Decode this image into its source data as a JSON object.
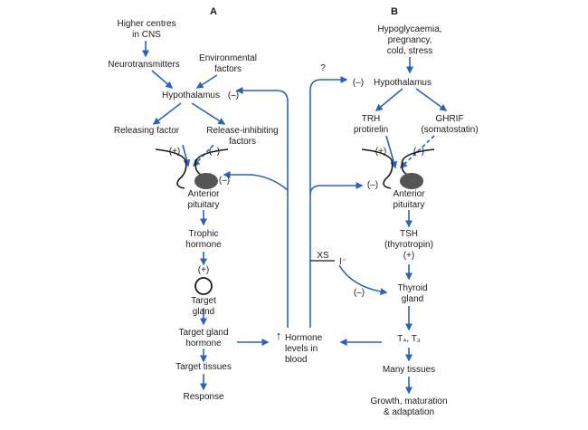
{
  "panel_a": {
    "letter": "A",
    "higher_centres": "Higher centres\nin CNS",
    "neurotransmitters": "Neurotransmitters",
    "environmental": "Environmental\nfactors",
    "hypothalamus": "Hypothalamus",
    "hypo_minus": "(–)",
    "releasing": "Releasing factor",
    "inhibiting": "Release-inhibiting\nfactors",
    "plus": "(+)",
    "minus": "(–)",
    "pit_minus": "(–)",
    "anterior": "Anterior\npituitary",
    "trophic": "Trophic\nhormone",
    "trophic_plus": "(+)",
    "target_gland": "Target\ngland",
    "target_hormone": "Target gland\nhormone",
    "target_tissues": "Target tissues",
    "response": "Response"
  },
  "middle": {
    "levels_arrow": "↑",
    "hormone_levels": "Hormone\nlevels in\nblood"
  },
  "panel_b": {
    "letter": "B",
    "stimuli": "Hypoglycaemia,\npregnancy,\ncold, stress",
    "question": "?",
    "hypo_minus": "(–)",
    "hypothalamus": "Hypothalamus",
    "trh": "TRH\nprotirelin",
    "ghrif": "GHRIF\n(somatostatin)",
    "plus": "(+)",
    "minus": "(–)",
    "pit_minus": "(–)",
    "anterior": "Anterior\npituitary",
    "tsh": "TSH\n(thyrotropin)\n(+)",
    "xs": "XS",
    "iodide": "I⁻",
    "thyroid_minus": "(–)",
    "thyroid": "Thyroid\ngland",
    "t4t3": "T₄, T₃",
    "many_tissues": "Many tissues",
    "growth": "Growth, maturation\n& adaptation"
  },
  "colors": {
    "arrow": "#2b64b4",
    "line": "#1a1a1a",
    "gland": "#555555"
  }
}
